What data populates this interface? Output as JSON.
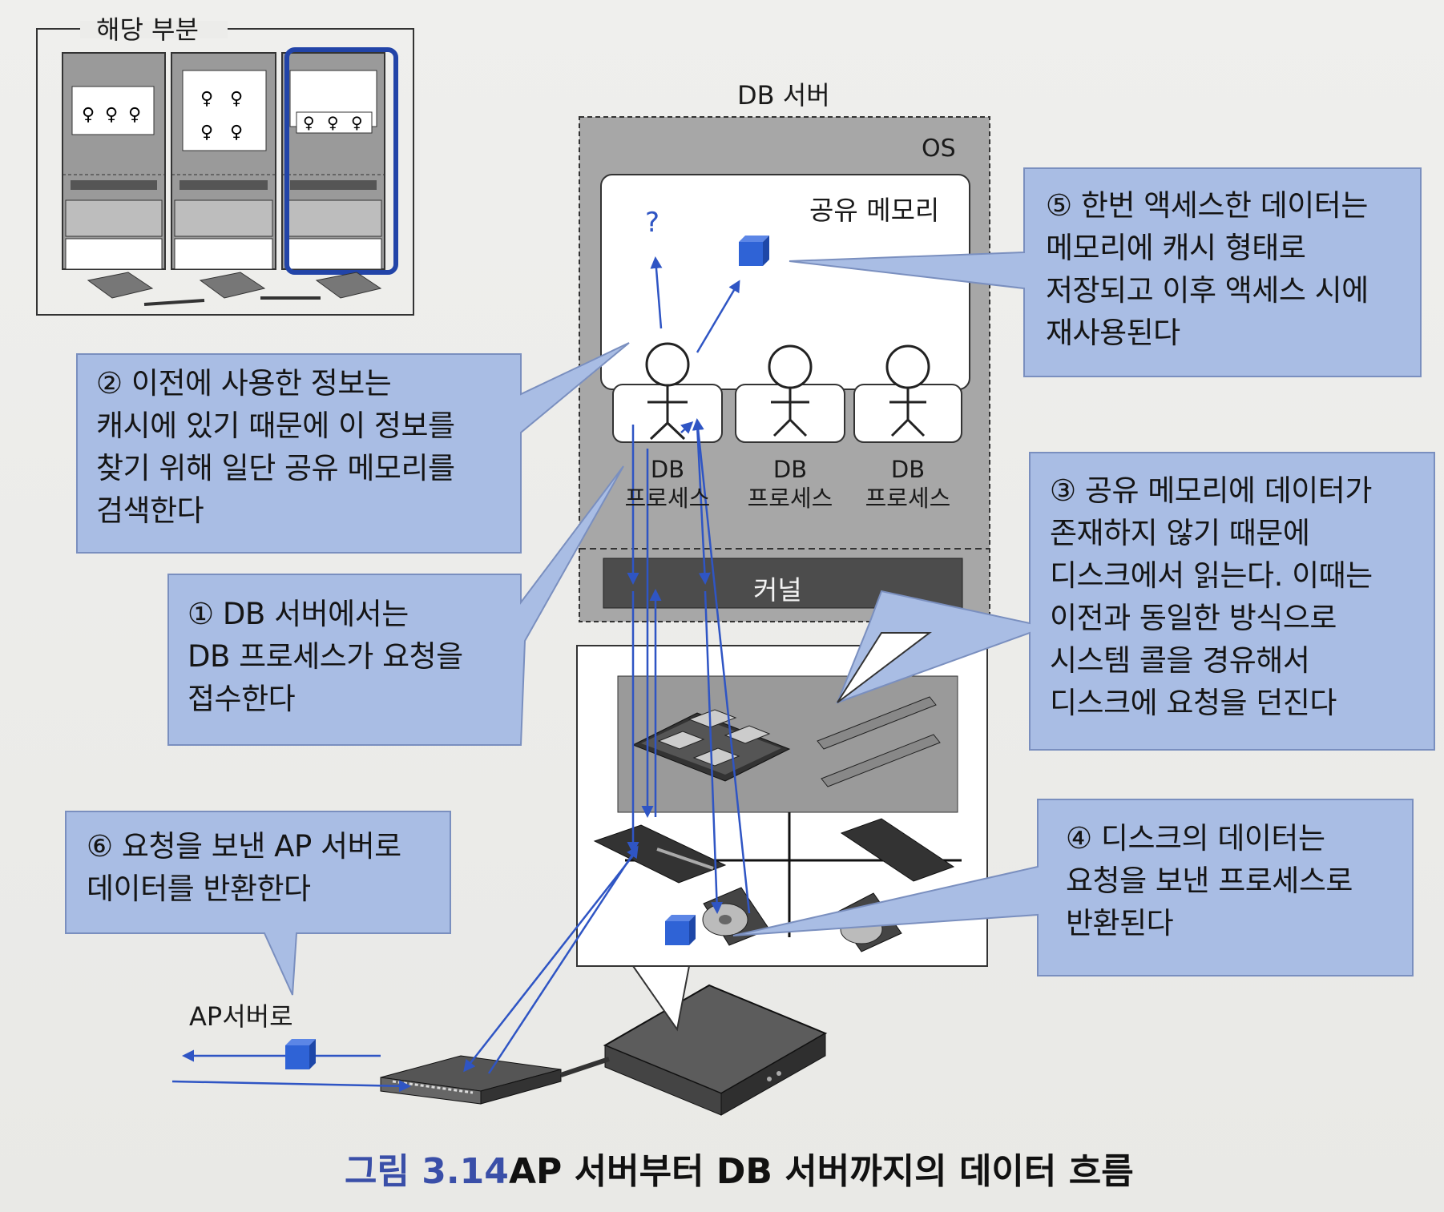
{
  "inset": {
    "title": "해당 부분"
  },
  "server": {
    "title": "DB 서버",
    "os_label": "OS",
    "shared_memory_label": "공유 메모리",
    "question_mark": "?",
    "kernel_label": "커널",
    "processes": [
      {
        "line1": "DB",
        "line2": "프로세스"
      },
      {
        "line1": "DB",
        "line2": "프로세스"
      },
      {
        "line1": "DB",
        "line2": "프로세스"
      }
    ]
  },
  "callouts": {
    "c1": "① DB 서버에서는\nDB 프로세스가 요청을\n접수한다",
    "c2": "② 이전에 사용한 정보는\n캐시에 있기 때문에 이 정보를\n찾기 위해 일단 공유 메모리를\n검색한다",
    "c3": "③ 공유 메모리에 데이터가\n존재하지 않기 때문에\n디스크에서 읽는다. 이때는\n이전과 동일한 방식으로\n시스템 콜을 경유해서\n디스크에 요청을 던진다",
    "c4": "④ 디스크의 데이터는\n요청을 보낸 프로세스로\n반환된다",
    "c5": "⑤ 한번 액세스한 데이터는\n메모리에 캐시 형태로\n저장되고 이후 액세스 시에\n재사용된다",
    "c6": "⑥ 요청을 보낸 AP 서버로\n데이터를 반환한다"
  },
  "ap_label": "AP서버로",
  "caption": {
    "number": "그림 3.14",
    "text": "AP 서버부터 DB 서버까지의 데이터 흐름"
  },
  "colors": {
    "callout_fill": "#a9bde4",
    "arrow": "#2f55c4",
    "cube": "#2f63d6",
    "inset_highlight": "#2244a8",
    "caption_number": "#3a4fa8"
  }
}
